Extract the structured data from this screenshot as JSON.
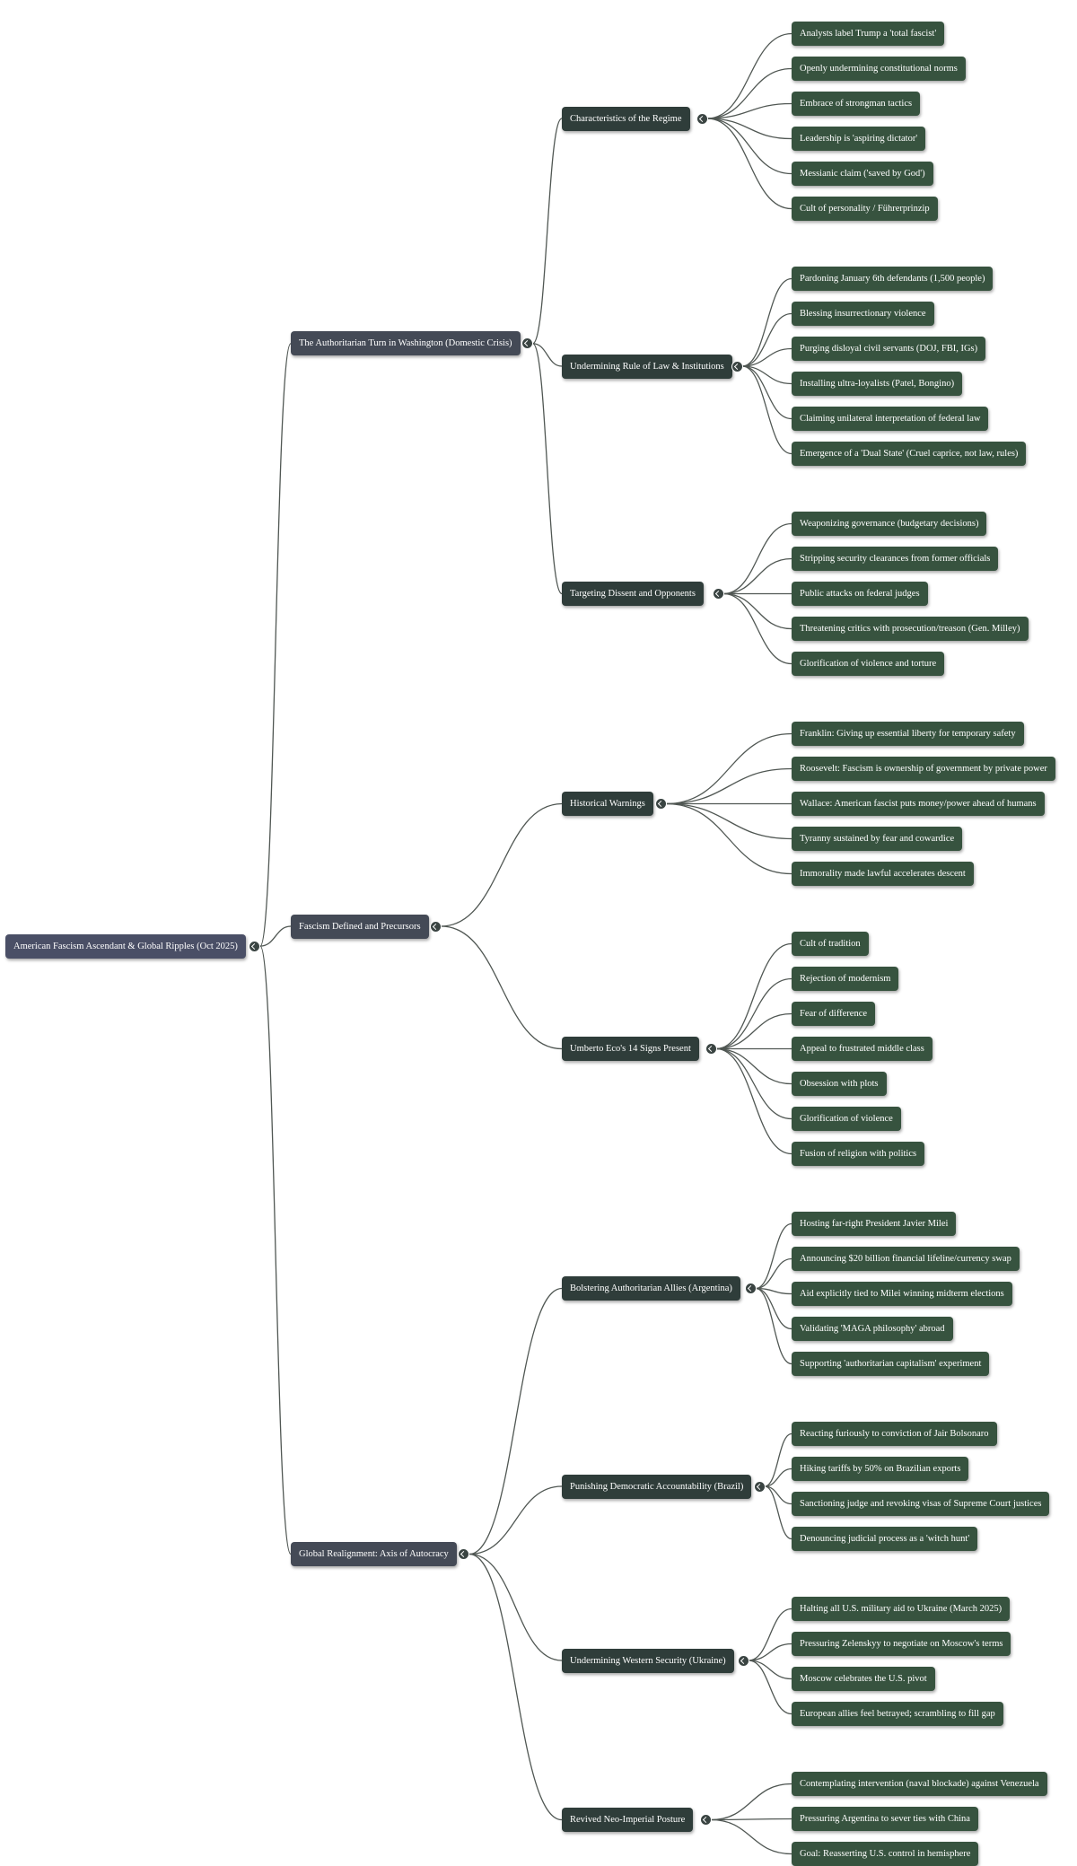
{
  "root": {
    "label": "American Fascism Ascendant & Global Ripples (Oct 2025)",
    "children": [
      {
        "label": "The Authoritarian Turn in Washington (Domestic Crisis)",
        "children": [
          {
            "label": "Characteristics of the Regime",
            "children": [
              {
                "label": "Analysts label Trump a 'total fascist'"
              },
              {
                "label": "Openly undermining constitutional norms"
              },
              {
                "label": "Embrace of strongman tactics"
              },
              {
                "label": "Leadership is 'aspiring dictator'"
              },
              {
                "label": "Messianic claim ('saved by God')"
              },
              {
                "label": "Cult of personality / Führerprinzip"
              }
            ]
          },
          {
            "label": "Undermining Rule of Law & Institutions",
            "children": [
              {
                "label": "Pardoning January 6th defendants (1,500 people)"
              },
              {
                "label": "Blessing insurrectionary violence"
              },
              {
                "label": "Purging disloyal civil servants (DOJ, FBI, IGs)"
              },
              {
                "label": "Installing ultra-loyalists (Patel, Bongino)"
              },
              {
                "label": "Claiming unilateral interpretation of federal law"
              },
              {
                "label": "Emergence of a 'Dual State' (Cruel caprice, not law, rules)"
              }
            ]
          },
          {
            "label": "Targeting Dissent and Opponents",
            "children": [
              {
                "label": "Weaponizing governance (budgetary decisions)"
              },
              {
                "label": "Stripping security clearances from former officials"
              },
              {
                "label": "Public attacks on federal judges"
              },
              {
                "label": "Threatening critics with prosecution/treason (Gen. Milley)"
              },
              {
                "label": "Glorification of violence and torture"
              }
            ]
          }
        ]
      },
      {
        "label": "Fascism Defined and Precursors",
        "children": [
          {
            "label": "Historical Warnings",
            "children": [
              {
                "label": "Franklin: Giving up essential liberty for temporary safety"
              },
              {
                "label": "Roosevelt: Fascism is ownership of government by private power"
              },
              {
                "label": "Wallace: American fascist puts money/power ahead of humans"
              },
              {
                "label": "Tyranny sustained by fear and cowardice"
              },
              {
                "label": "Immorality made lawful accelerates descent"
              }
            ]
          },
          {
            "label": "Umberto Eco's 14 Signs Present",
            "children": [
              {
                "label": "Cult of tradition"
              },
              {
                "label": "Rejection of modernism"
              },
              {
                "label": "Fear of difference"
              },
              {
                "label": "Appeal to frustrated middle class"
              },
              {
                "label": "Obsession with plots"
              },
              {
                "label": "Glorification of violence"
              },
              {
                "label": "Fusion of religion with politics"
              }
            ]
          }
        ]
      },
      {
        "label": "Global Realignment: Axis of Autocracy",
        "children": [
          {
            "label": "Bolstering Authoritarian Allies (Argentina)",
            "children": [
              {
                "label": "Hosting far-right President Javier Milei"
              },
              {
                "label": "Announcing $20 billion financial lifeline/currency swap"
              },
              {
                "label": "Aid explicitly tied to Milei winning midterm elections"
              },
              {
                "label": "Validating 'MAGA philosophy' abroad"
              },
              {
                "label": "Supporting 'authoritarian capitalism' experiment"
              }
            ]
          },
          {
            "label": "Punishing Democratic Accountability (Brazil)",
            "children": [
              {
                "label": "Reacting furiously to conviction of Jair Bolsonaro"
              },
              {
                "label": "Hiking tariffs by 50% on Brazilian exports"
              },
              {
                "label": "Sanctioning judge and revoking visas of Supreme Court justices"
              },
              {
                "label": "Denouncing judicial process as a 'witch hunt'"
              }
            ]
          },
          {
            "label": "Undermining Western Security (Ukraine)",
            "children": [
              {
                "label": "Halting all U.S. military aid to Ukraine (March 2025)"
              },
              {
                "label": "Pressuring Zelenskyy to negotiate on Moscow's terms"
              },
              {
                "label": "Moscow celebrates the U.S. pivot"
              },
              {
                "label": "European allies feel betrayed; scrambling to fill gap"
              }
            ]
          },
          {
            "label": "Revived Neo-Imperial Posture",
            "children": [
              {
                "label": "Contemplating intervention (naval blockade) against Venezuela"
              },
              {
                "label": "Pressuring Argentina to sever ties with China"
              },
              {
                "label": "Goal: Reasserting U.S. control in hemisphere"
              }
            ]
          }
        ]
      }
    ]
  }
}
